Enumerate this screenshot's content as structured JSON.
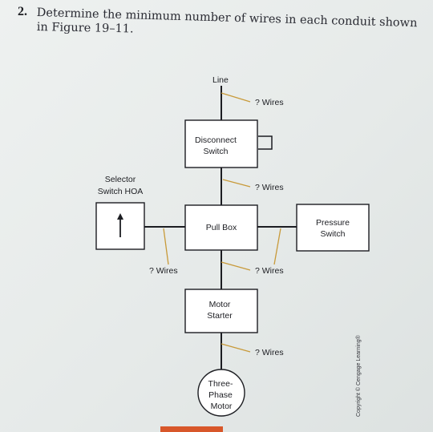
{
  "question": {
    "number": "2.",
    "line1": "Determine the minimum number of wires in each conduit shown",
    "line2": "in Figure 19–11."
  },
  "diagram": {
    "line_label": "Line",
    "disconnect": [
      "Disconnect",
      "Switch"
    ],
    "pull_box": "Pull Box",
    "selector": [
      "Selector",
      "Switch HOA"
    ],
    "pressure": [
      "Pressure",
      "Switch"
    ],
    "motor_starter": [
      "Motor",
      "Starter"
    ],
    "motor": [
      "Three-",
      "Phase",
      "Motor"
    ],
    "wires": [
      "? Wires",
      "? Wires",
      "? Wires",
      "? Wires",
      "? Wires"
    ]
  },
  "copyright": "Copyright © Cengage Learning®"
}
